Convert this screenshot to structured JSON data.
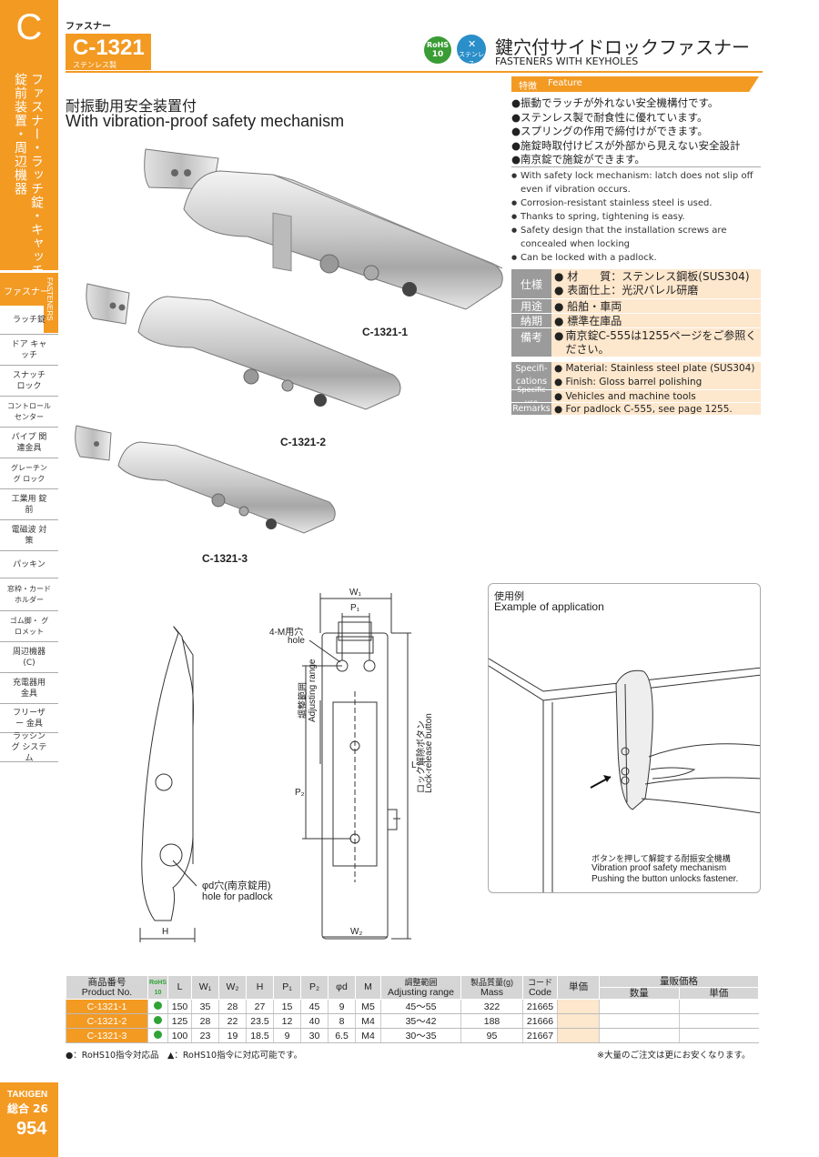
{
  "sidebar": {
    "letter": "C",
    "category_col1": "ファスナー・ラッチ錠・キャッチ",
    "category_col2": "錠前装置・周辺機器",
    "active_item": "ファスナー",
    "active_item_en": "FASTENERS",
    "items": [
      "ラッチ錠",
      "ドア キャッチ",
      "スナッチ ロック",
      "コントロール センター",
      "パイプ 関連金具",
      "グレーチング ロック",
      "工業用 錠前",
      "電磁波 対策",
      "パッキン",
      "窓枠・カード ホルダー",
      "ゴム脚・ グロメット",
      "周辺機器 (C)",
      "充電器用 金具",
      "フリーザー 金具",
      "ラッシング システム"
    ],
    "brand": "TAKIGEN",
    "volume": "総合 26",
    "page": "954"
  },
  "header": {
    "category": "ファスナー",
    "code": "C-1321",
    "material": "ステンレス製",
    "rohs_line1": "RoHS",
    "rohs_line2": "10",
    "stainless_label": "ステンレス",
    "title_jp": "鍵穴付サイドロックファスナー",
    "title_en": "FASTENERS WITH KEYHOLES"
  },
  "section": {
    "title_jp": "耐振動用安全装置付",
    "title_en": "With vibration-proof safety mechanism"
  },
  "products": {
    "label1": "C-1321-1",
    "label2": "C-1321-2",
    "label3": "C-1321-3"
  },
  "feature": {
    "label_jp": "特徴",
    "label_en": "Feature",
    "jp": [
      "振動でラッチが外れない安全機構付です。",
      "ステンレス製で耐食性に優れています。",
      "スプリングの作用で締付けができます。",
      "施錠時取付けビスが外部から見えない安全設計",
      "南京錠で施錠ができます。"
    ],
    "en": [
      "With safety lock mechanism: latch does not slip off even if vibration occurs.",
      "Corrosion-resistant stainless steel is used.",
      "Thanks to spring, tightening is easy.",
      "Safety design that the installation screws are concealed when locking",
      "Can be locked with a padlock."
    ]
  },
  "specs": {
    "jp": [
      {
        "label": "仕様",
        "lines": [
          "材　　質：ステンレス鋼板(SUS304)",
          "表面仕上：光沢バレル研磨"
        ]
      },
      {
        "label": "用途",
        "lines": [
          "船舶・車両"
        ]
      },
      {
        "label": "納期",
        "lines": [
          "標準在庫品"
        ]
      },
      {
        "label": "備考",
        "lines": [
          "南京錠C-555は1255ページをご参照ください。"
        ]
      }
    ],
    "en": [
      {
        "label": "Specifi-cations",
        "lines": [
          "Material: Stainless steel plate (SUS304)",
          "Finish: Gloss barrel polishing"
        ]
      },
      {
        "label": "Specific use",
        "lines": [
          "Vehicles and machine tools"
        ]
      },
      {
        "label": "Remarks",
        "lines": [
          "For padlock C-555, see page 1255."
        ]
      }
    ]
  },
  "drawing": {
    "w1": "W₁",
    "p1": "P₁",
    "hole_jp": "4-M用穴",
    "hole_en": "hole",
    "adj_jp": "調整範囲",
    "adj_en": "Adjusting range",
    "p2": "P₂",
    "l": "L",
    "lock_jp": "ロック解除ボタン",
    "lock_en": "Lock-release button",
    "padlock_jp": "φd穴(南京錠用)",
    "padlock_en": "hole for padlock",
    "h": "H",
    "w2": "W₂"
  },
  "application": {
    "title_jp": "使用例",
    "title_en": "Example of application",
    "caption_jp": "ボタンを押して解錠する耐振安全機構",
    "caption_en1": "Vibration proof safety mechanism",
    "caption_en2": "Pushing the button unlocks fastener."
  },
  "table": {
    "headers": {
      "product_jp": "商品番号",
      "product_en": "Product No.",
      "rohs": "RoHS 10",
      "l": "L",
      "w1": "W₁",
      "w2": "W₂",
      "h": "H",
      "p1": "P₁",
      "p2": "P₂",
      "d": "φd",
      "m": "M",
      "adj_jp": "調整範囲",
      "adj_en": "Adjusting range",
      "mass_jp": "製品質量(g)",
      "mass_en": "Mass",
      "code_jp": "コード",
      "code_en": "Code",
      "unit_price": "単価",
      "volume_price": "量販価格",
      "qty": "数量",
      "vol_unit_price": "単価"
    },
    "rows": [
      {
        "pn": "C-1321-1",
        "l": "150",
        "w1": "35",
        "w2": "28",
        "h": "27",
        "p1": "15",
        "p2": "45",
        "d": "9",
        "m": "M5",
        "adj": "45〜55",
        "mass": "322",
        "code": "21665"
      },
      {
        "pn": "C-1321-2",
        "l": "125",
        "w1": "28",
        "w2": "22",
        "h": "23.5",
        "p1": "12",
        "p2": "40",
        "d": "8",
        "m": "M4",
        "adj": "35〜42",
        "mass": "188",
        "code": "21666"
      },
      {
        "pn": "C-1321-3",
        "l": "100",
        "w1": "23",
        "w2": "19",
        "h": "18.5",
        "p1": "9",
        "p2": "30",
        "d": "6.5",
        "m": "M4",
        "adj": "30〜35",
        "mass": "95",
        "code": "21667"
      }
    ]
  },
  "notes": {
    "left": "●：RoHS10指令対応品　▲：RoHS10指令に対応可能です。",
    "right": "※大量のご注文は更にお安くなります。"
  },
  "colors": {
    "accent": "#f39a23",
    "rohs": "#3a9c34",
    "stainless": "#2a8ec8",
    "spec_bg": "#fde7cd",
    "spec_label": "#9b9b9b"
  }
}
